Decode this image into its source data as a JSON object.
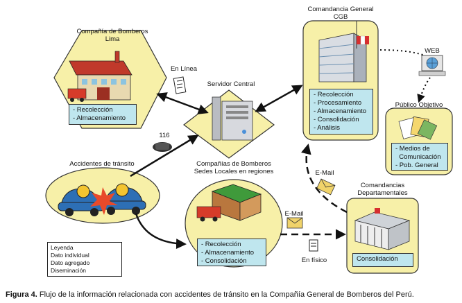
{
  "nodes": {
    "bomberos_lima": {
      "title_line1": "Compañía de Bomberos",
      "title_line2": "Lima",
      "items": [
        "- Recolección",
        "- Almacenamiento"
      ]
    },
    "servidor": {
      "title": "Servidor Central"
    },
    "cgb": {
      "title_line1": "Comandancia General",
      "title_line2": "CGB",
      "items": [
        "- Recolección",
        "- Procesamiento",
        "- Almacenamiento",
        "- Consolidación",
        "- Análisis"
      ]
    },
    "publico": {
      "title": "Público Objetivo",
      "items": [
        "- Medios de",
        "  Comunicación",
        "- Pob. General"
      ]
    },
    "accidentes": {
      "title": "Accidentes de tránsito"
    },
    "companias_sedes": {
      "title_line1": "Compañías de Bomberos",
      "title_line2": "Sedes Locales en regiones",
      "items": [
        "- Recolección",
        "- Almacenamiento",
        "- Consolidación"
      ]
    },
    "comandancias_dep": {
      "title_line1": "Comandancias",
      "title_line2": "Departamentales",
      "items": [
        "Consolidación"
      ]
    }
  },
  "edge_labels": {
    "en_linea": "En Línea",
    "web": "WEB",
    "phone": "116",
    "email_1": "E-Mail",
    "email_2": "E-Mail",
    "en_fisico": "En físico"
  },
  "legend": {
    "title": "Leyenda",
    "individual": "Dato individual",
    "agregado": "Dato agregado",
    "diseminacion": "Diseminación"
  },
  "caption": {
    "prefix": "Figura 4.",
    "text": " Flujo de la información relacionada con accidentes de tránsito en la Compañía General de Bomberos del Perú."
  },
  "colors": {
    "node_fill": "#f7f0a8",
    "box_fill": "#bfe6ee",
    "line": "#111111"
  }
}
